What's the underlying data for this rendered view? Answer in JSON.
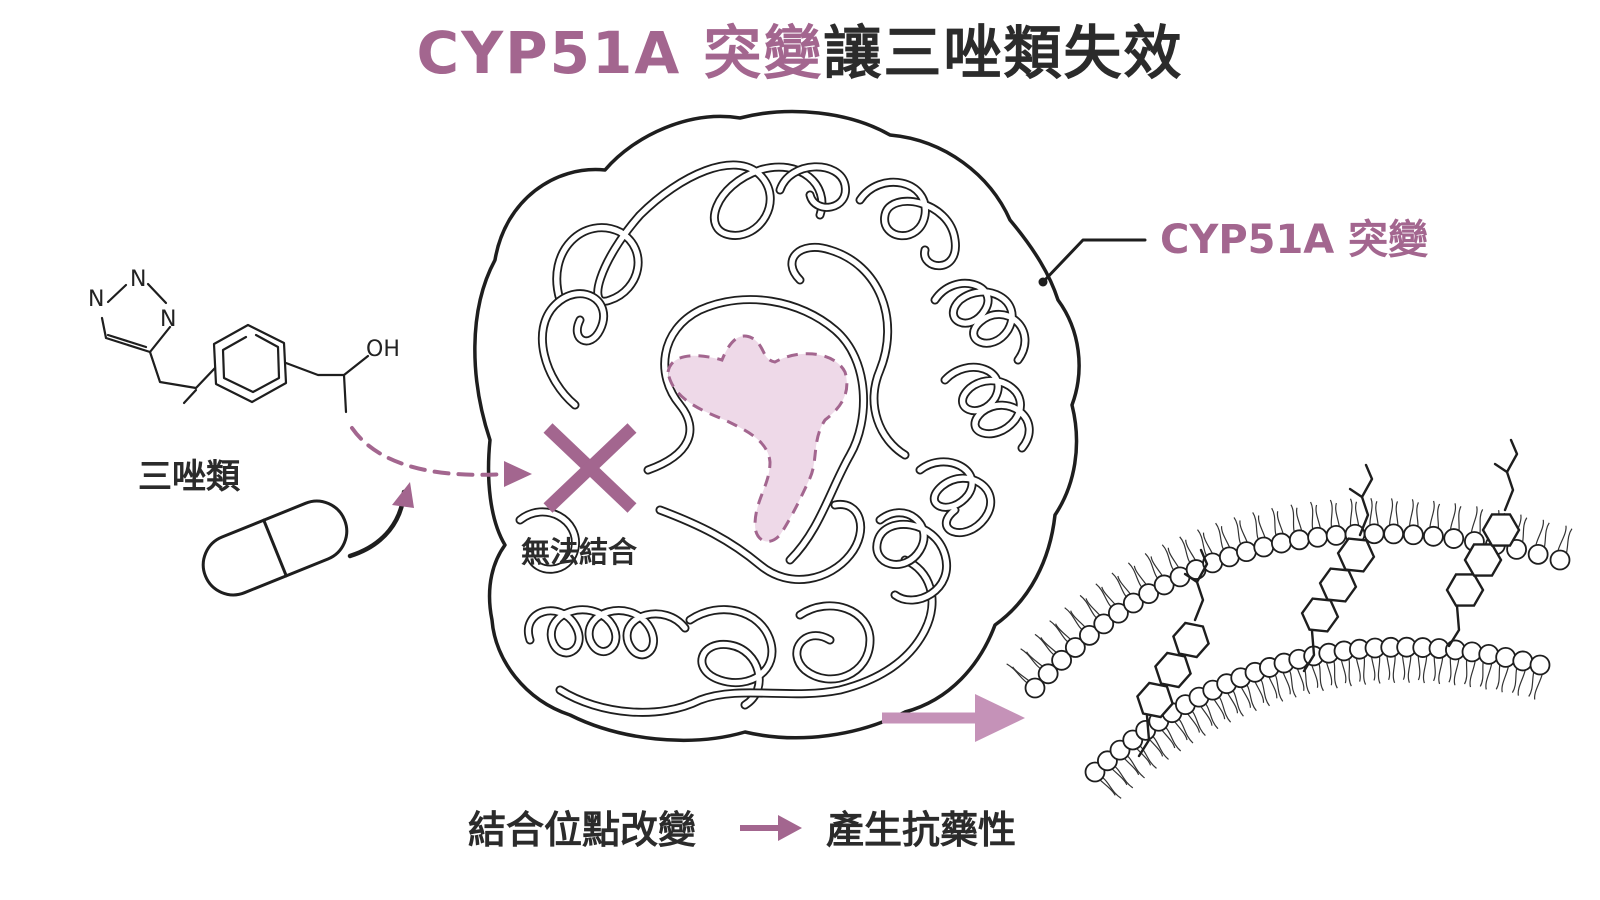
{
  "title": {
    "accent_part": "CYP51A 突變",
    "dark_part": "讓三唑類失效"
  },
  "labels": {
    "mutation_callout": "CYP51A 突變",
    "drug_name": "三唑類",
    "no_binding": "無法結合",
    "bottom_cause": "結合位點改變",
    "bottom_result": "產生抗藥性",
    "hydroxyl": "OH",
    "nitrogen": "N"
  },
  "icons": {
    "molecule": "triazole-molecule-icon",
    "capsule": "capsule-pill-icon",
    "block": "x-block-icon",
    "protein": "cyp51a-protein-ribbon",
    "membrane": "cell-membrane-bilayer",
    "arrow": "arrow-right-icon"
  },
  "colors": {
    "accent": "#a3668f",
    "accent_light": "#c592b8",
    "pocket_fill": "#eed9e8",
    "ink": "#1e1e1e",
    "text_dark": "#2b2b2b"
  }
}
